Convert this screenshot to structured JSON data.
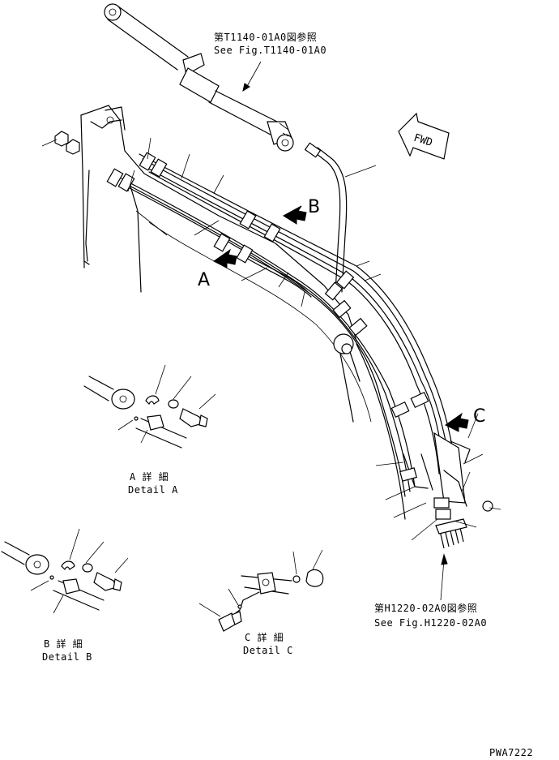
{
  "references": {
    "arm_cylinder_jp": "第T1140-01A0図参照",
    "arm_cylinder_en": "See Fig.T1140-01A0",
    "hoses_jp": "第H1220-02A0図参照",
    "hoses_en": "See Fig.H1220-02A0"
  },
  "forward_label": "FWD",
  "callouts": {
    "a": "A",
    "b": "B",
    "c": "C"
  },
  "details": {
    "a_jp": "A 詳 細",
    "a_en": "Detail A",
    "b_jp": "B 詳 細",
    "b_en": "Detail B",
    "c_jp": "C 詳 細",
    "c_en": "Detail C"
  },
  "drawing_number": "PWA7222"
}
